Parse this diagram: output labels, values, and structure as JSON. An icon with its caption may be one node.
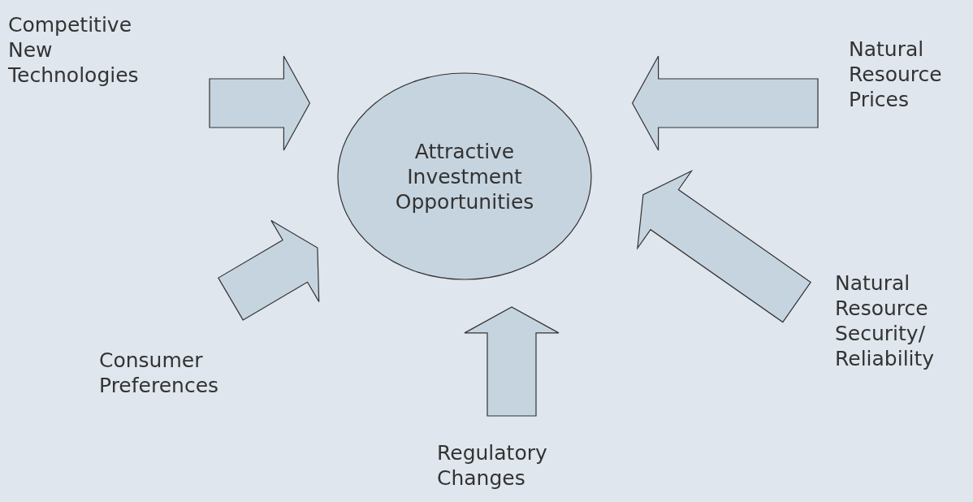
{
  "diagram": {
    "nodes": [
      {
        "text": [
          "Attractive Investment Opportunities"
        ]
      },
      {
        "text": [
          "Competitive New Technologies"
        ]
      },
      {
        "text": [
          "Natural Resource Prices"
        ]
      },
      {
        "text": [
          "Consumer Preferences"
        ]
      },
      {
        "text": [
          "Natural Resource Security/ Reliability"
        ]
      },
      {
        "text": [
          "Regulatory Changes"
        ]
      }
    ],
    "edges": [
      {
        "from": 1,
        "to": 0,
        "arrow": "to"
      },
      {
        "from": 2,
        "to": 0,
        "arrow": "to"
      },
      {
        "from": 3,
        "to": 0,
        "arrow": "to"
      },
      {
        "from": 4,
        "to": 0,
        "arrow": "to"
      },
      {
        "from": 5,
        "to": 0,
        "arrow": "to"
      }
    ]
  }
}
